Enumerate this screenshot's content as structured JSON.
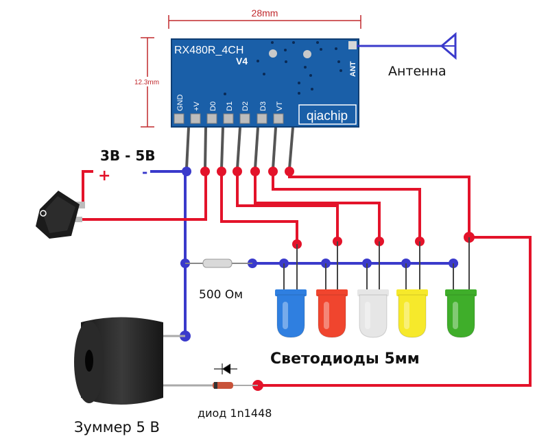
{
  "title": "RX480R_4CH receiver wiring diagram",
  "colors": {
    "positive_wire": "#e3132a",
    "negative_wire": "#3a3acb",
    "pcb": "#1a5fa8",
    "dimension": "#c0282c"
  },
  "module": {
    "model": "RX480R_4CH",
    "version": "V4",
    "brand": "qiachip",
    "width_label": "28mm",
    "height_label": "12.3mm",
    "antenna_pin": "ANT",
    "pins": [
      "GND",
      "+V",
      "D0",
      "D1",
      "D2",
      "D3",
      "VT"
    ]
  },
  "antenna": {
    "label": "Антенна"
  },
  "power": {
    "voltage_label": "3В - 5В",
    "plus_sign": "+",
    "minus_sign": "-"
  },
  "resistor": {
    "label": "500 Ом"
  },
  "leds": {
    "label": "Светодиоды 5мм",
    "items": [
      {
        "color_name": "blue",
        "color": "#2f7fe0"
      },
      {
        "color_name": "red",
        "color": "#f0452e"
      },
      {
        "color_name": "white",
        "color": "#e6e6e6"
      },
      {
        "color_name": "yellow",
        "color": "#f6e92b"
      },
      {
        "color_name": "green",
        "color": "#3fae2a"
      }
    ]
  },
  "buzzer": {
    "label": "Зуммер 5 В"
  },
  "diode": {
    "label": "диод 1n1448"
  }
}
